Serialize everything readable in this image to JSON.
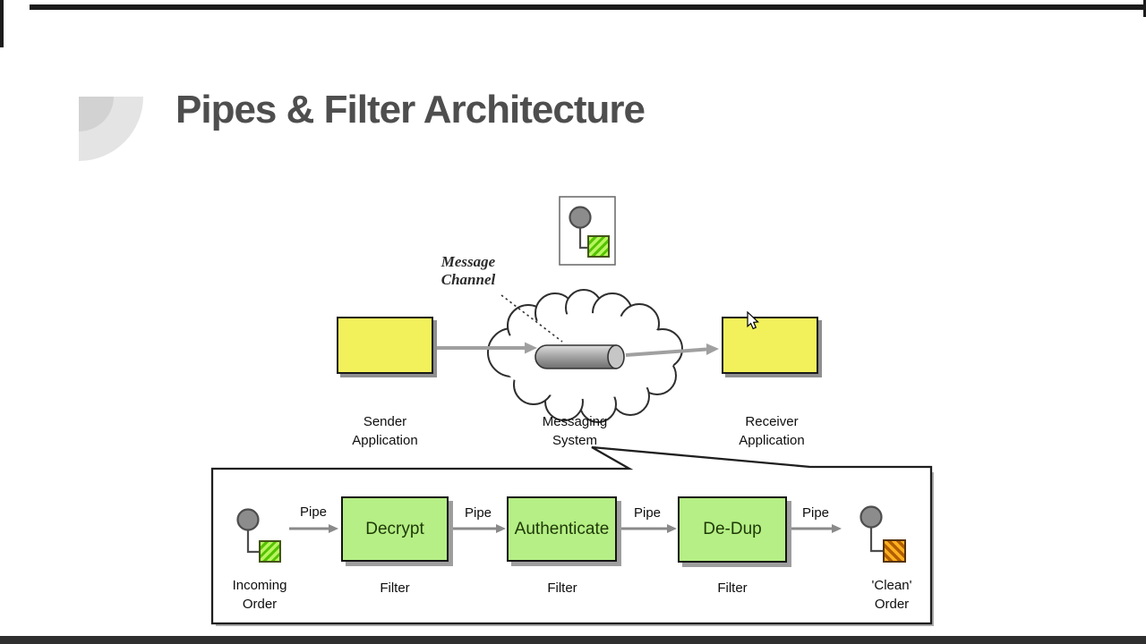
{
  "title": "Pipes & Filter Architecture",
  "upper_diagram": {
    "message_channel": [
      "Message",
      "Channel"
    ],
    "sender": [
      "Sender",
      "Application"
    ],
    "messaging": [
      "Messaging",
      "System"
    ],
    "receiver": [
      "Receiver",
      "Application"
    ]
  },
  "lower_diagram": {
    "incoming": [
      "Incoming",
      "Order"
    ],
    "clean": [
      "'Clean'",
      "Order"
    ],
    "filters": [
      "Decrypt",
      "Authenticate",
      "De-Dup"
    ],
    "pipe_labels": [
      "Pipe",
      "Pipe",
      "Pipe",
      "Pipe"
    ],
    "filter_captions": [
      "Filter",
      "Filter",
      "Filter"
    ]
  },
  "colors": {
    "title_text": "#4e4e4e",
    "application_box": "#f2f15c",
    "filter_box": "#b5ef85",
    "hatch_green_light": "#b8f55f",
    "hatch_green_dark": "#54c300",
    "hatch_orange_light": "#ffb020",
    "hatch_orange_dark": "#b05e00",
    "pipe_arrow": "#a0a0a0",
    "message_circle": "#8c8c8c"
  }
}
